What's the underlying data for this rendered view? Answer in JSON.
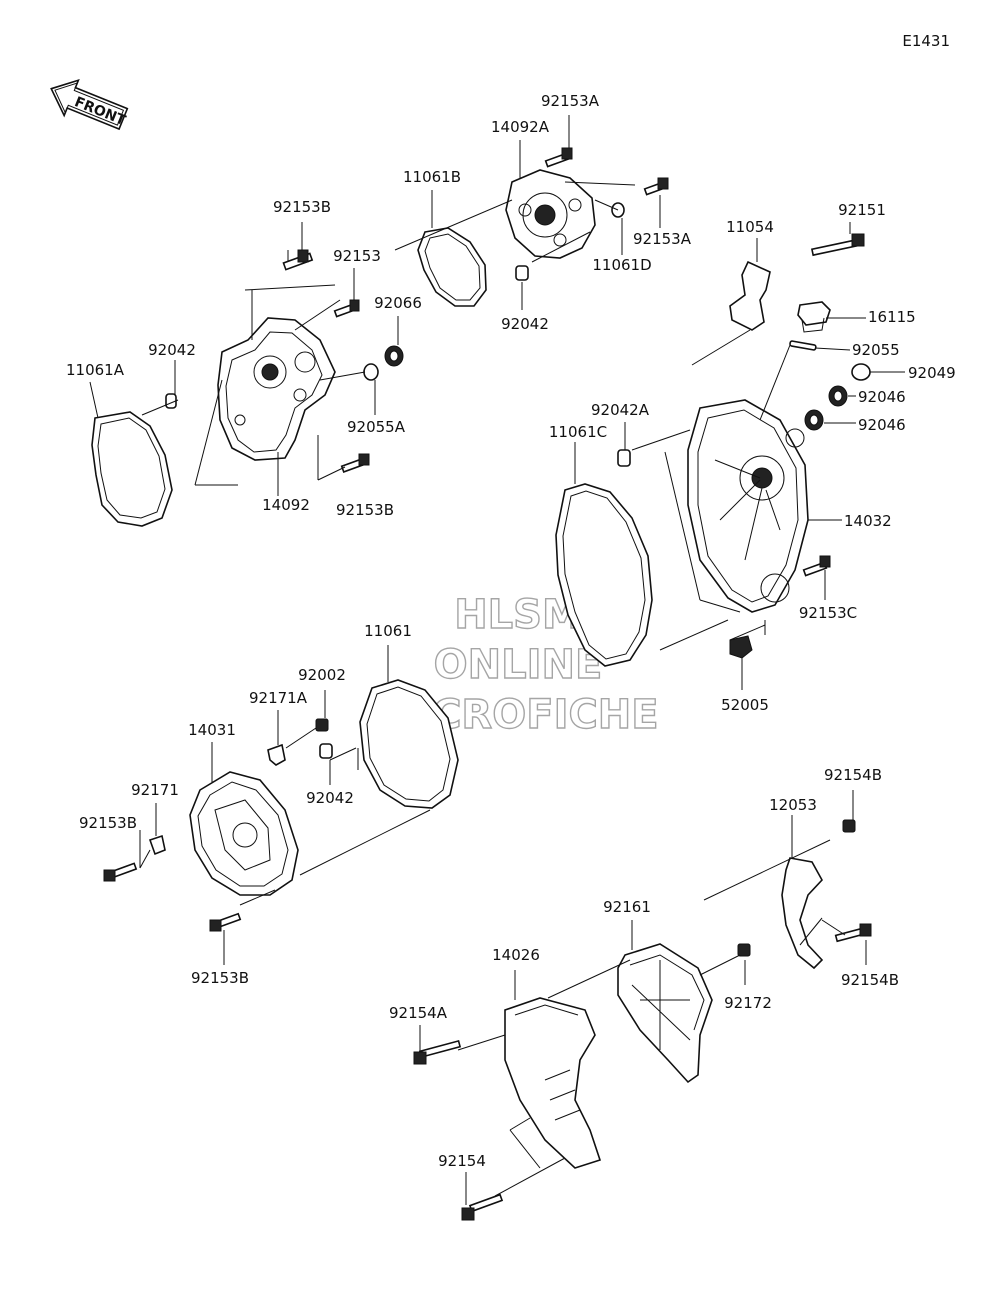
{
  "diagram": {
    "code": "E1431",
    "front_arrow": "FRONT",
    "watermark": [
      "HLSM",
      "ONLINE",
      "MICROFICHE"
    ],
    "labels": {
      "p92153A_top": "92153A",
      "p14092A": "14092A",
      "p11061B": "11061B",
      "p92153B_top": "92153B",
      "p92153": "92153",
      "p92066": "92066",
      "p92153A_right": "92153A",
      "p11061D": "11061D",
      "p92042_mid": "92042",
      "p92042_left": "92042",
      "p11061A": "11061A",
      "p92055A": "92055A",
      "p14092": "14092",
      "p92153B_mid": "92153B",
      "p11054": "11054",
      "p92151": "92151",
      "p16115": "16115",
      "p92055": "92055",
      "p92049": "92049",
      "p92046_a": "92046",
      "p92046_b": "92046",
      "p92042A": "92042A",
      "p11061C": "11061C",
      "p14032": "14032",
      "p92153C": "92153C",
      "p52005": "52005",
      "p11061": "11061",
      "p92002": "92002",
      "p92171A": "92171A",
      "p14031": "14031",
      "p92171": "92171",
      "p92153B_left": "92153B",
      "p92042_low": "92042",
      "p92153B_bottom": "92153B",
      "p92154B_top": "92154B",
      "p12053": "12053",
      "p92161": "92161",
      "p14026": "14026",
      "p92154A": "92154A",
      "p92172": "92172",
      "p92154B_bottom": "92154B",
      "p92154": "92154"
    }
  }
}
